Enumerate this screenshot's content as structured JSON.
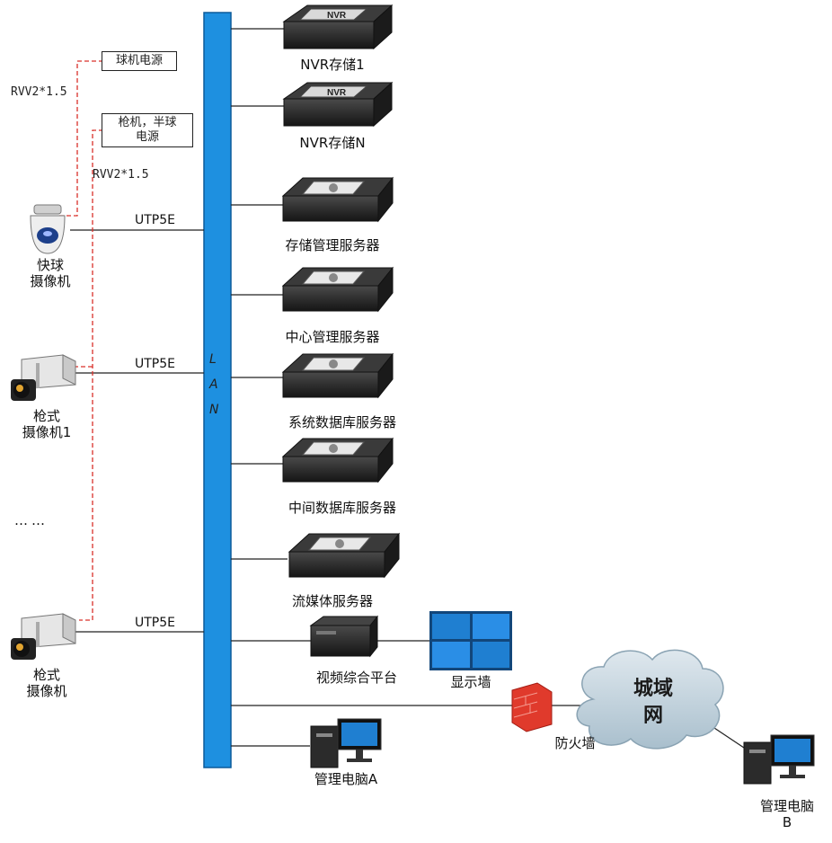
{
  "lan_label": [
    "L",
    "A",
    "N"
  ],
  "power_boxes": {
    "dome": "球机电源",
    "gun": [
      "枪机，半球",
      "电源"
    ]
  },
  "cable_labels": {
    "rvv_1": "RVV2*1.5",
    "rvv_2": "RVV2*1.5",
    "utp_1": "UTP5E",
    "utp_2": "UTP5E",
    "utp_3": "UTP5E"
  },
  "cameras": {
    "dome": [
      "快球",
      "摄像机"
    ],
    "gun1": [
      "枪式",
      "摄像机1"
    ],
    "ellipsis": "……",
    "gun2": [
      "枪式",
      "摄像机"
    ]
  },
  "devices": {
    "nvr1": "NVR存储1",
    "nvrn": "NVR存储N",
    "nvr_badge": "NVR",
    "storage_server": "存储管理服务器",
    "center_server": "中心管理服务器",
    "system_db": "系统数据库服务器",
    "middle_db": "中间数据库服务器",
    "stream_server": "流媒体服务器",
    "video_platform": "视频综合平台",
    "display_wall": "显示墙",
    "pc_a": "管理电脑A",
    "firewall": "防火墙",
    "metro_net": [
      "城域",
      "网"
    ],
    "pc_b": [
      "管理电脑",
      "B"
    ]
  },
  "colors": {
    "lan_bus": "#1e90e0",
    "power_line": "#d9302a",
    "device_dark": "#2b2b2b",
    "wall_blue": "#1f7fd1",
    "firewall_red": "#e03a2c",
    "cloud": "#b9cdd9"
  }
}
